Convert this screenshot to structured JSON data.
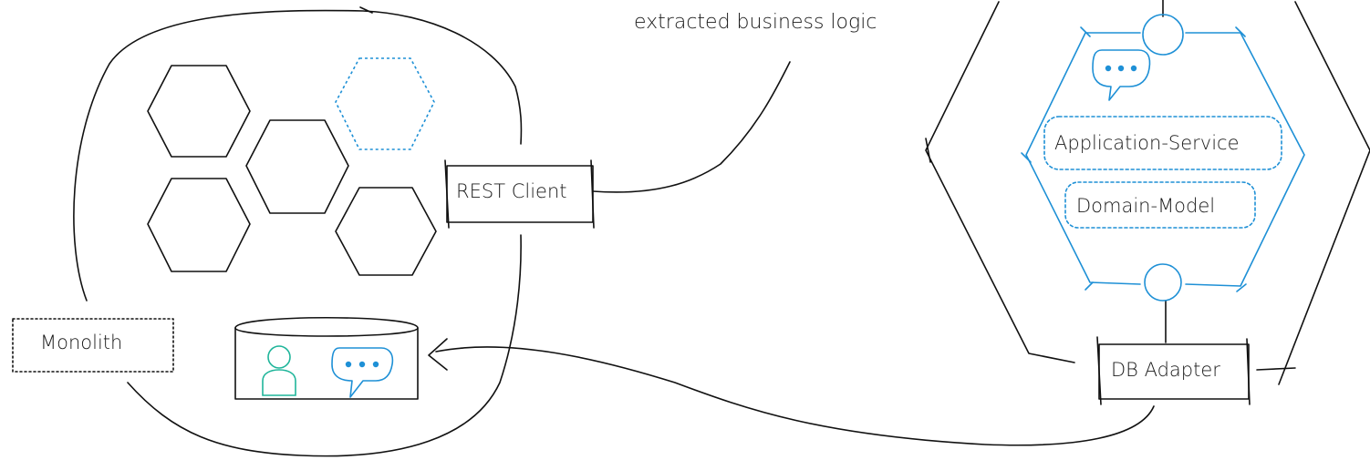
{
  "labels": {
    "annotation": "extracted business logic",
    "monolith": "Monolith",
    "rest_client": "REST Client",
    "application_service": "Application-Service",
    "domain_model": "Domain-Model",
    "db_adapter": "DB Adapter"
  },
  "icons": {
    "user": "user-icon",
    "chat": "chat-bubble-icon"
  },
  "colors": {
    "ink": "#111111",
    "accent_blue": "#1e90d6",
    "accent_teal": "#1fb59a"
  }
}
